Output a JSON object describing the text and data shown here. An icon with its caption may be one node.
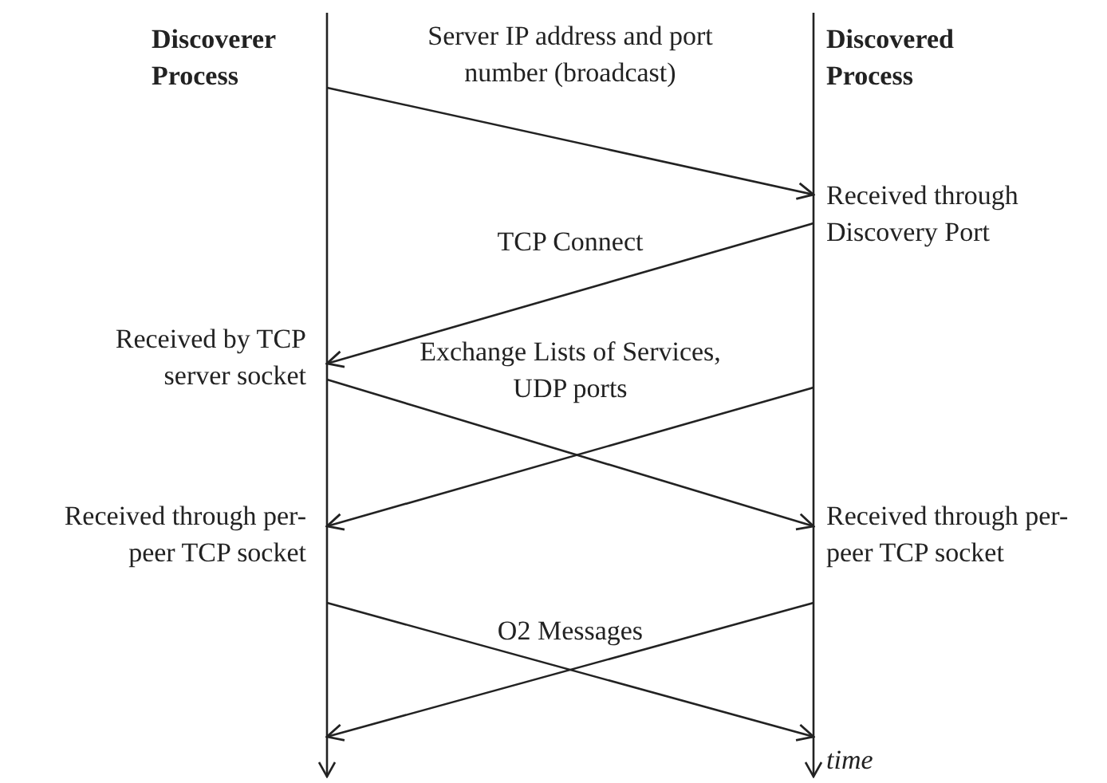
{
  "diagram": {
    "nodes": [
      {
        "text": [
          "Discoverer Process"
        ]
      },
      {
        "text": [
          "Discovered Process"
        ]
      }
    ],
    "edges": [
      {
        "from": 0,
        "to": 1,
        "arrow": "to",
        "label": "Server IP address and port number (broadcast)"
      },
      {
        "from": 1,
        "to": 0,
        "arrow": "to",
        "label": "TCP Connect"
      },
      {
        "from": 0,
        "to": 1,
        "arrow": "to",
        "label": "Exchange Lists of Services, UDP ports"
      },
      {
        "from": 1,
        "to": 0,
        "arrow": "to"
      },
      {
        "from": 0,
        "to": 1,
        "arrow": "to",
        "label": "O2 Messages"
      },
      {
        "from": 1,
        "to": 0,
        "arrow": "to"
      }
    ],
    "labels": [
      "Received through Discovery Port",
      "Received by TCP server socket",
      "Received through per-peer TCP socket",
      "Received through per-peer TCP socket",
      "time"
    ]
  }
}
